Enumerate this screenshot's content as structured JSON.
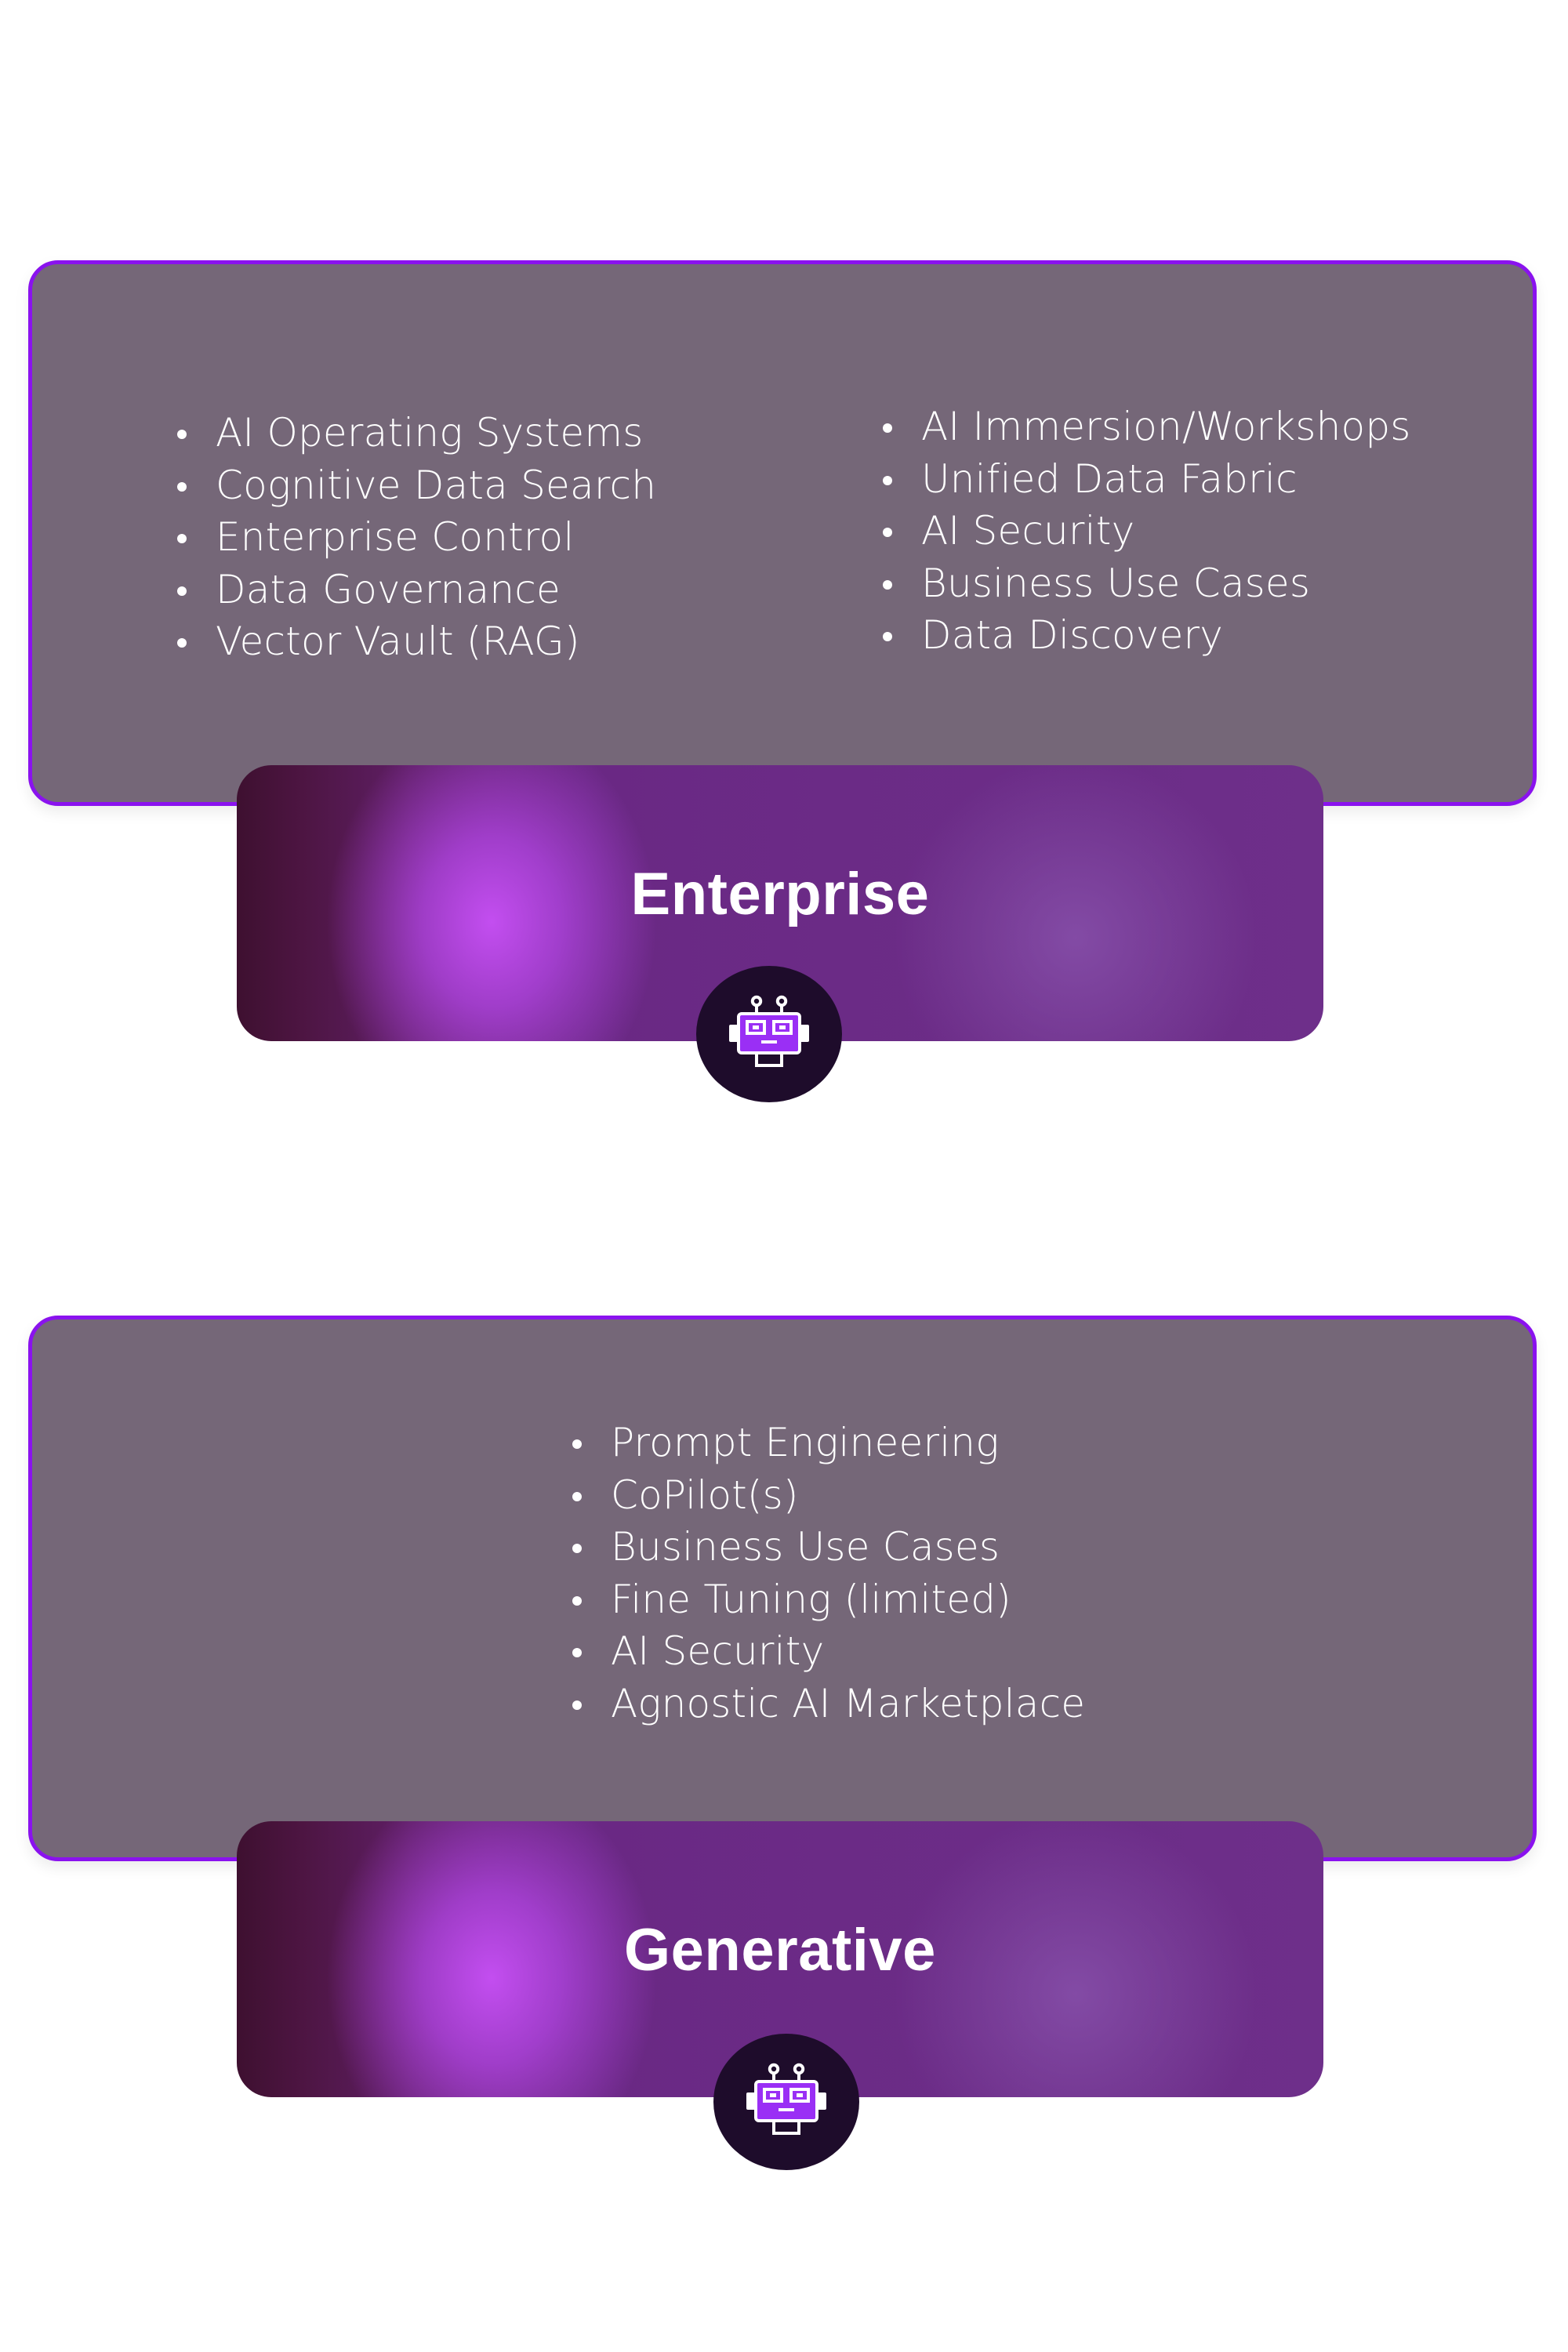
{
  "sections": [
    {
      "title": "Enterprise",
      "icon": "robot-icon",
      "left_items": [
        "AI Operating Systems",
        "Cognitive Data Search",
        "Enterprise Control",
        "Data Governance",
        "Vector Vault (RAG)"
      ],
      "right_items": [
        "AI Immersion/Workshops",
        "Unified Data Fabric",
        "AI Security",
        "Business Use Cases",
        "Data Discovery"
      ]
    },
    {
      "title": "Generative",
      "icon": "robot-icon",
      "items": [
        "Prompt Engineering",
        "CoPilot(s)",
        "Business Use Cases",
        "Fine Tuning (limited)",
        "AI Security",
        "Agnostic AI Marketplace"
      ]
    }
  ],
  "colors": {
    "panel_background": "#756778",
    "panel_border": "#8a12ee",
    "banner_dark": "#3e1030",
    "banner_glow": "#c34ef0",
    "banner_main": "#6b2b86",
    "badge_background": "#1e0c2b",
    "icon_accent": "#9a2ff5"
  }
}
